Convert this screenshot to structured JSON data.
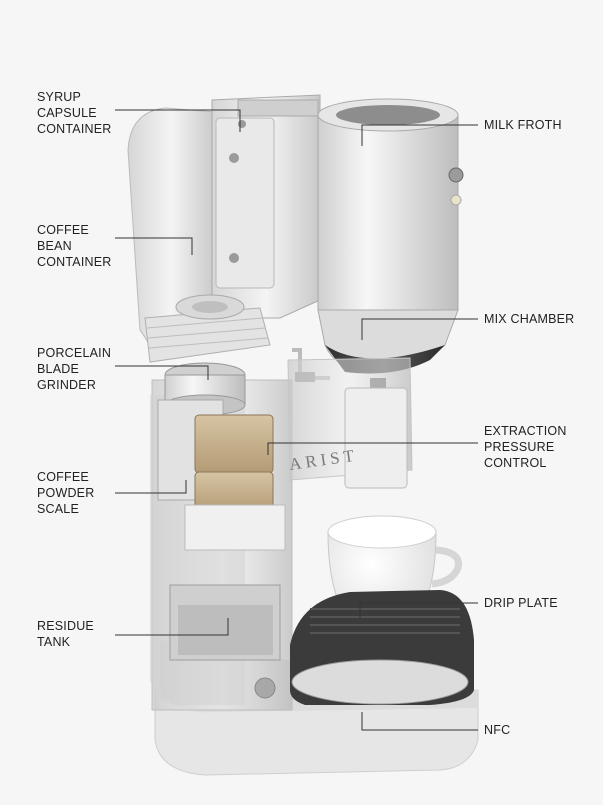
{
  "labels": {
    "syrup_capsule_container": "SYRUP\nCAPSULE\nCONTAINER",
    "coffee_bean_container": "COFFEE\nBEAN\nCONTAINER",
    "porcelain_blade_grinder": "PORCELAIN\nBLADE\nGRINDER",
    "coffee_powder_scale": "COFFEE\nPOWDER\nSCALE",
    "residue_tank": "RESIDUE\nTANK",
    "milk_froth": "MILK FROTH",
    "mix_chamber": "MIX CHAMBER",
    "extraction_pressure_control": "EXTRACTION\nPRESSURE\nCONTROL",
    "drip_plate": "DRIP PLATE",
    "nfc": "NFC"
  },
  "brand_text": "ARIST",
  "colors": {
    "background": "#f6f6f6",
    "body_white": "#ececec",
    "glass": "#dcdcdc",
    "sponge": "#c9b492",
    "dark": "#3a3a3a",
    "leader_line": "#333333"
  }
}
